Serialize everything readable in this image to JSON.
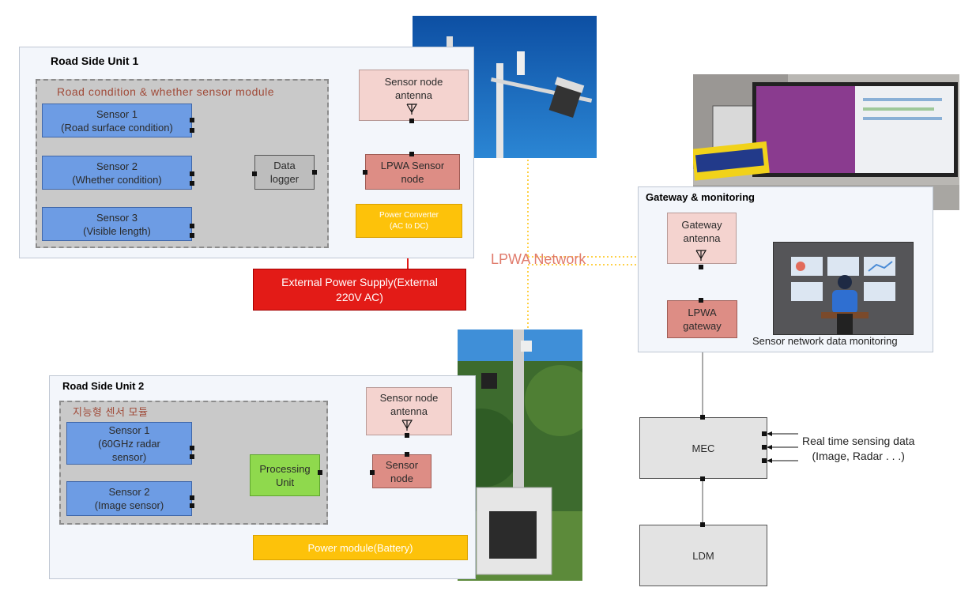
{
  "rsu1": {
    "title": "Road Side Unit 1",
    "module_label": "Road condition & whether sensor module",
    "sensor1": "Sensor 1\n(Road surface condition)",
    "sensor2": "Sensor 2\n(Whether condition)",
    "sensor3": "Sensor 3\n(Visible length)",
    "data_logger": "Data\nlogger",
    "antenna": "Sensor node\nantenna",
    "lpwa_node": "LPWA Sensor\nnode",
    "power_converter": "Power Converter\n(AC to DC)",
    "external_power": "External Power Supply(External\n220V AC)"
  },
  "rsu2": {
    "title": "Road Side Unit 2",
    "module_label": "지능형 센서 모듈",
    "sensor1": "Sensor 1\n(60GHz radar\nsensor)",
    "sensor2": "Sensor 2\n(Image sensor)",
    "processing": "Processing\nUnit",
    "antenna": "Sensor node\nantenna",
    "node": "Sensor\nnode",
    "power": "Power module(Battery)"
  },
  "network_label": "LPWA Network",
  "gateway": {
    "title": "Gateway & monitoring",
    "antenna": "Gateway\nantenna",
    "lpwa_gateway": "LPWA\ngateway",
    "monitoring_caption": "Sensor network data monitoring"
  },
  "mec": "MEC",
  "ldm": "LDM",
  "realtime": "Real time sensing data\n(Image, Radar . . .)",
  "colors": {
    "sensor_blue": "#6d9ce4",
    "node_salmon": "#dd8d85",
    "antenna_pink": "#f4d3cf",
    "power_yellow": "#fdc20a",
    "external_red": "#e31b17",
    "processing_green": "#8fd94d"
  }
}
